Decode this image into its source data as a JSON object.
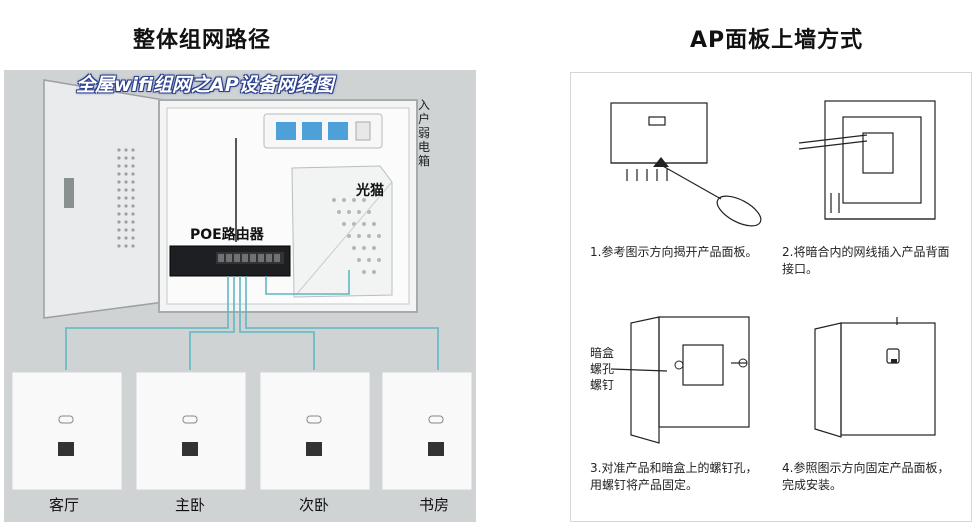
{
  "left": {
    "title": "整体组网路径",
    "banner": "全屋wifi组网之AP设备网络图",
    "box_label": "入户弱电箱",
    "modem_label": "光猫",
    "router_label": "POE路由器",
    "rooms": [
      "客厅",
      "主卧",
      "次卧",
      "书房"
    ]
  },
  "right": {
    "title": "AP面板上墙方式",
    "steps": [
      {
        "line1": "1.参考图示方向揭开产品面板。",
        "line2": ""
      },
      {
        "line1": "2.将暗合内的网线插入产品背面",
        "line2": "接口。"
      },
      {
        "line1": "3.对准产品和暗盒上的螺钉孔，",
        "line2": "用螺钉将产品固定。"
      },
      {
        "line1": "4.参照图示方向固定产品面板，",
        "line2": "完成安装。"
      }
    ],
    "callouts": [
      "暗盒",
      "螺孔",
      "螺钉"
    ]
  },
  "colors": {
    "cable": "#5fb8c4",
    "panel_bg": "#cfd3d4",
    "banner_outline": "#2a3f8f"
  }
}
